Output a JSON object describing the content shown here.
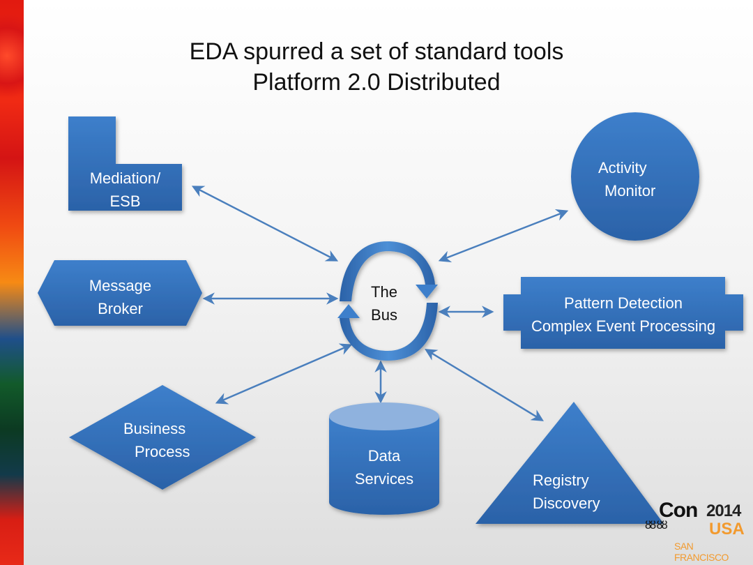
{
  "slide": {
    "title_line1": "EDA spurred a set of standard tools",
    "title_line2": "Platform 2.0 Distributed"
  },
  "colors": {
    "shape_fill_top": "#3d7fcb",
    "shape_fill_bottom": "#2b62a8",
    "arrow": "#4a7fbd",
    "cylinder_top": "#8fb2de",
    "logo_orange": "#f29a2e"
  },
  "nodes": {
    "center": {
      "line1": "The",
      "line2": "Bus",
      "shape": "circular-arrows"
    },
    "mediation": {
      "line1": "Mediation/",
      "line2": "ESB",
      "shape": "L-shape"
    },
    "activity": {
      "line1": "Activity",
      "line2": "Monitor",
      "shape": "circle"
    },
    "broker": {
      "line1": "Message",
      "line2": "Broker",
      "shape": "hexagon"
    },
    "pattern": {
      "line1": "Pattern Detection",
      "line2": "Complex Event Processing",
      "shape": "cross-rectangle"
    },
    "business": {
      "line1": "Business",
      "line2": "Process",
      "shape": "diamond"
    },
    "data": {
      "line1": "Data",
      "line2": "Services",
      "shape": "cylinder"
    },
    "registry": {
      "line1": "Registry",
      "line2": "Discovery",
      "shape": "triangle"
    }
  },
  "edges": [
    {
      "from": "mediation",
      "to": "center",
      "direction": "both"
    },
    {
      "from": "activity",
      "to": "center",
      "direction": "both"
    },
    {
      "from": "broker",
      "to": "center",
      "direction": "both"
    },
    {
      "from": "pattern",
      "to": "center",
      "direction": "both"
    },
    {
      "from": "business",
      "to": "center",
      "direction": "both"
    },
    {
      "from": "data",
      "to": "center",
      "direction": "both"
    },
    {
      "from": "registry",
      "to": "center",
      "direction": "both"
    }
  ],
  "logo": {
    "brand": "Con",
    "year": "2014",
    "country": "USA",
    "city": "SAN FRANCISCO",
    "people_glyphs": "ȣȣ ȣȣ"
  }
}
